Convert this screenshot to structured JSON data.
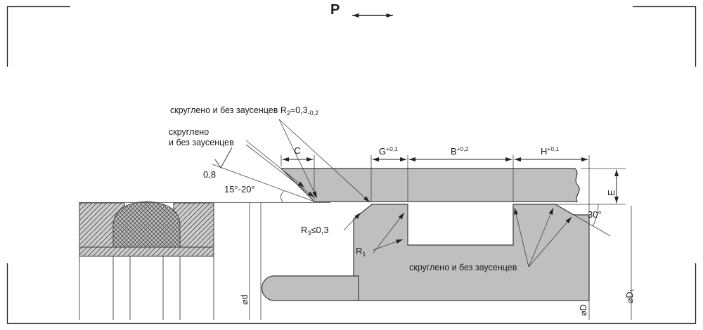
{
  "drawing": {
    "pressure_label": "P",
    "notes": {
      "r2_prefix": "скруглено и без заусенцев R",
      "r2_sub": "2",
      "r2_value": "=0,3",
      "r2_tolerance": "-0,2",
      "rounded_line1": "скруглено",
      "rounded_line2": "и без заусенцев",
      "roughness_value": "0,8",
      "lead_in_angle": "15°-20°",
      "r3_prefix": "R",
      "r3_sub": "3",
      "r3_value": "≤0,3",
      "r1_prefix": "R",
      "r1_sub": "1",
      "rounded_bottom": "скруглено и без заусенцев",
      "groove_chamfer_angle": "30°"
    },
    "dims": {
      "c_label": "C",
      "g_label": "G",
      "g_tolerance": "+0,1",
      "b_label": "B",
      "b_tolerance": "+0,2",
      "h_label": "H",
      "h_tolerance": "+0,1",
      "e_label": "E",
      "dia_rod": "⌀d",
      "dia_groove": "⌀D",
      "dia_bore": "⌀D₁"
    }
  }
}
